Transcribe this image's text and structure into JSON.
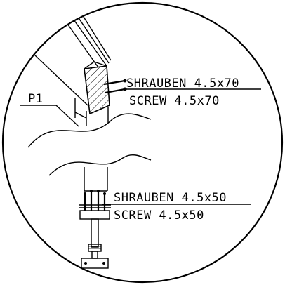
{
  "labels": {
    "part": "P1",
    "upper_de": "SHRAUBEN 4.5x70",
    "upper_en": "SCREW 4.5x70",
    "lower_de": "SHRAUBEN 4.5x50",
    "lower_en": "SCREW 4.5x50"
  }
}
